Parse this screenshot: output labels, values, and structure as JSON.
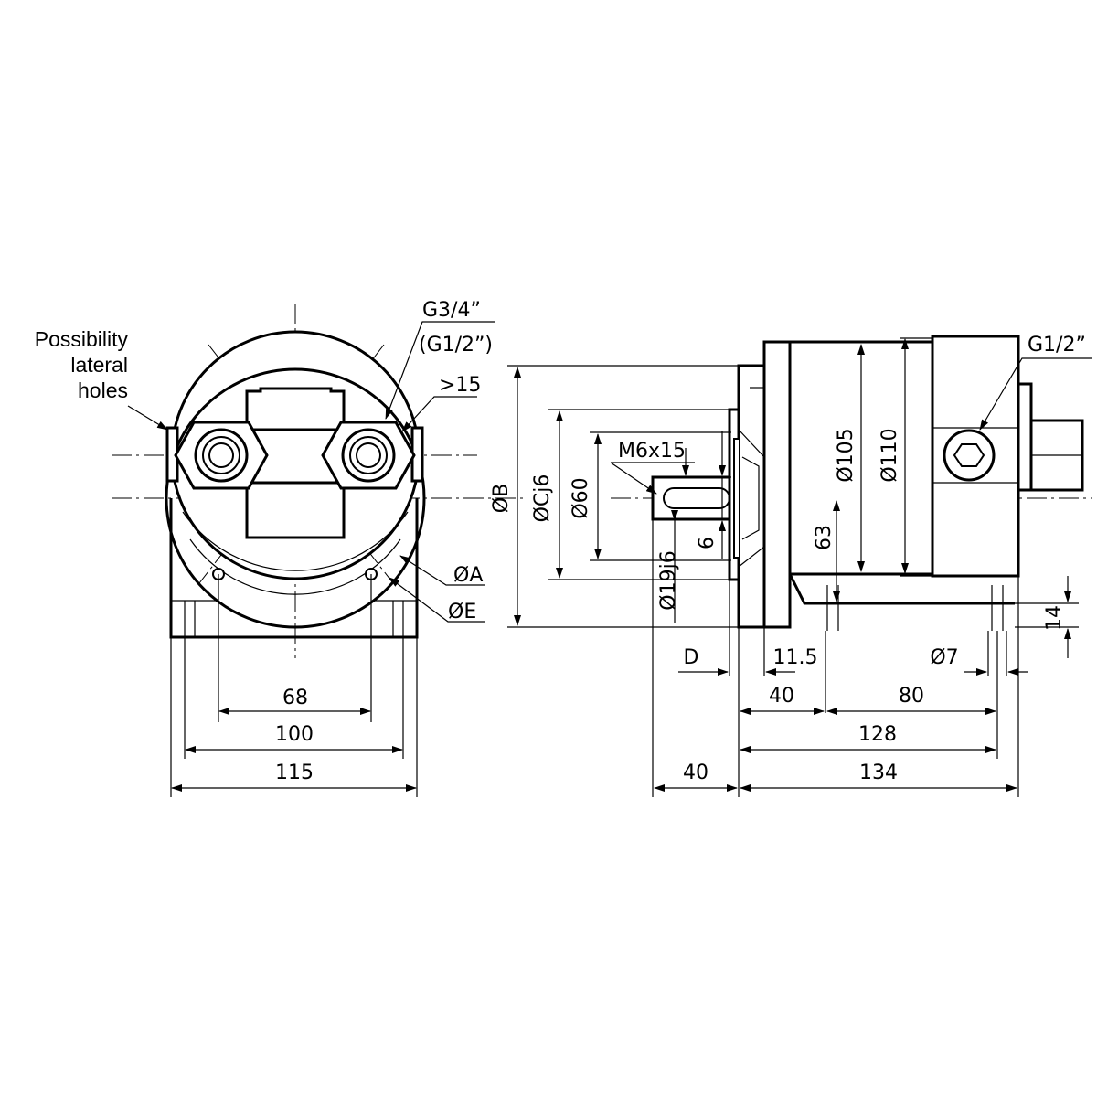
{
  "notes": {
    "lateral_line1": "Possibility",
    "lateral_line2": "lateral",
    "lateral_line3": "holes"
  },
  "front_view": {
    "port_thread": "G3/4”",
    "port_thread_alt": "(G1/2”)",
    "port_min": ">15",
    "dia_a": "ØA",
    "dia_e": "ØE",
    "dim_68": "68",
    "dim_100": "100",
    "dim_115": "115"
  },
  "side_view": {
    "dia_b": "ØB",
    "dia_c": "ØCj6",
    "dia_60": "Ø60",
    "thread_m6": "M6x15",
    "dia_19": "Ø19j6",
    "dim_6": "6",
    "dim_63": "63",
    "dia_105": "Ø105",
    "dia_110": "Ø110",
    "port_g12": "G1/2”",
    "dim_14": "14",
    "dim_d": "D",
    "dim_11_5": "11.5",
    "dia_7": "Ø7",
    "dim_40a": "40",
    "dim_80": "80",
    "dim_128": "128",
    "dim_40b": "40",
    "dim_134": "134"
  },
  "colors": {
    "ink": "#000000",
    "paper": "#ffffff"
  }
}
